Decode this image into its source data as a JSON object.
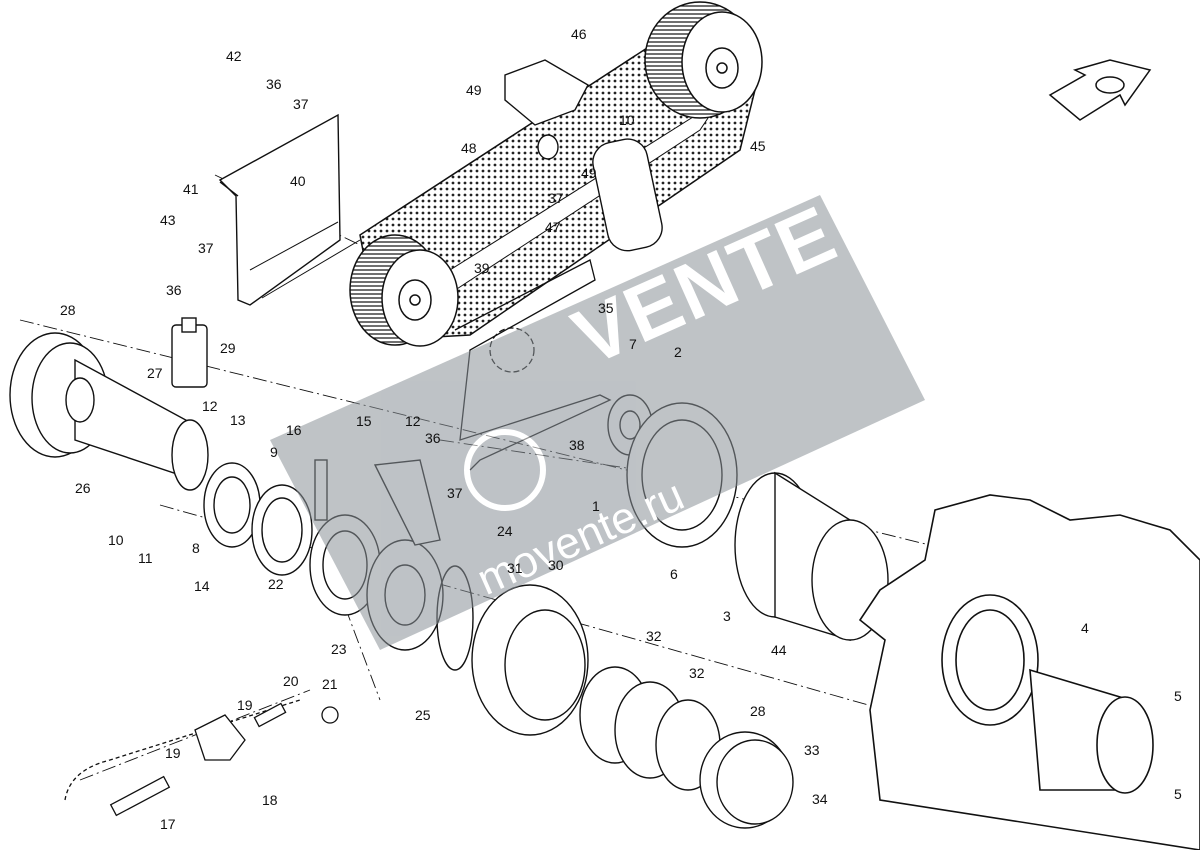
{
  "watermark": {
    "line1": "VENTE",
    "line2": "movente.ru",
    "color": "#7f8891"
  },
  "callouts": [
    "42",
    "36",
    "37",
    "41",
    "40",
    "43",
    "37",
    "36",
    "46",
    "49",
    "48",
    "10",
    "37",
    "49",
    "47",
    "45",
    "39",
    "35",
    "28",
    "29",
    "27",
    "12",
    "13",
    "26",
    "10",
    "11",
    "8",
    "9",
    "14",
    "22",
    "16",
    "15",
    "12",
    "36",
    "37",
    "7",
    "2",
    "38",
    "1",
    "24",
    "31",
    "30",
    "23",
    "25",
    "6",
    "3",
    "44",
    "4",
    "5",
    "5",
    "20",
    "21",
    "19",
    "19",
    "18",
    "17",
    "32",
    "32",
    "28",
    "33",
    "34"
  ]
}
